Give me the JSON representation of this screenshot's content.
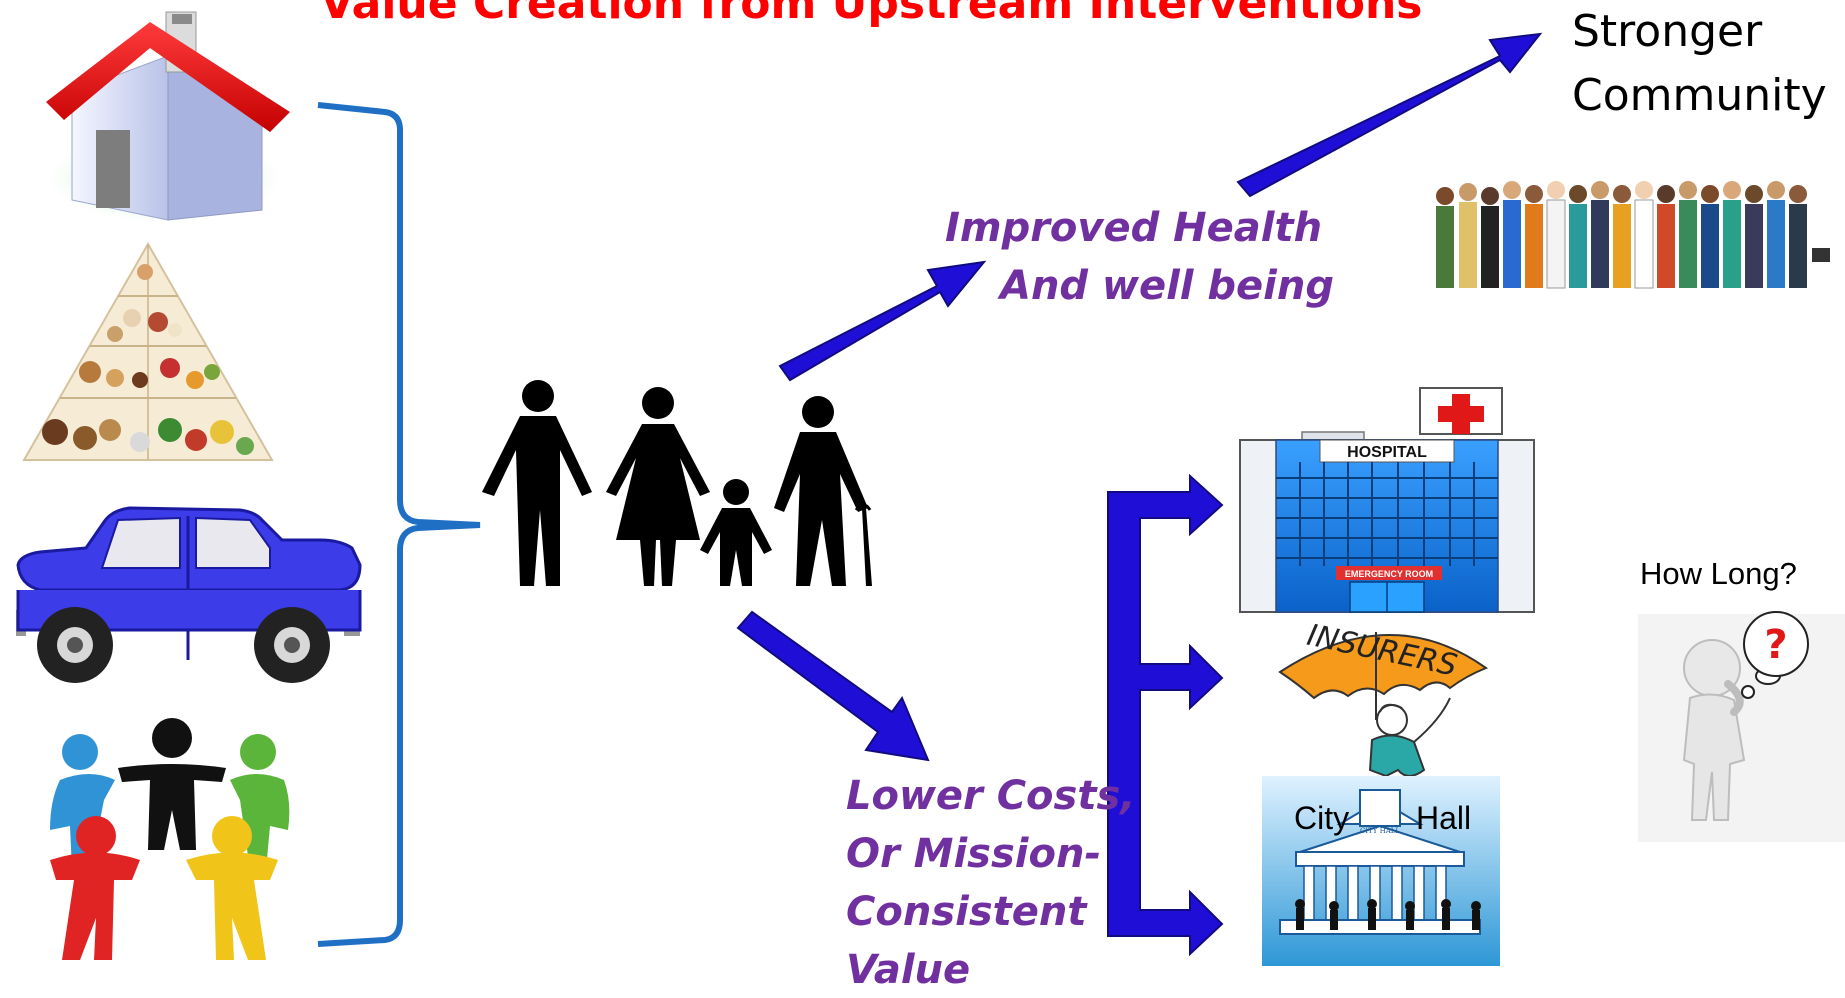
{
  "title": "Value Creation from Upstream Interventions",
  "outcomes": {
    "improved_health_line1": "Improved Health",
    "improved_health_line2": "And well being",
    "stronger_line1": "Stronger",
    "stronger_line2": "Community",
    "lower_costs_line1": "Lower Costs,",
    "lower_costs_line2": "Or Mission-",
    "lower_costs_line3": "Consistent",
    "lower_costs_line4": "Value"
  },
  "stakeholders": {
    "hospital_sign": "HOSPITAL",
    "emergency_sign": "EMERGENCY ROOM",
    "insurers_umbrella": "INSURERS",
    "city_label_left": "City",
    "city_label_right": "Hall",
    "city_hall_sign": "CITY HALL"
  },
  "question": {
    "text": "How Long?",
    "symbol": "?"
  },
  "inputs": [
    "house-icon",
    "food-pyramid-icon",
    "car-icon",
    "community-circle-icon"
  ],
  "colors": {
    "title": "#ff0000",
    "arrow": "#1f0fd6",
    "brace": "#1f6fc4",
    "label": "#7030a0"
  }
}
